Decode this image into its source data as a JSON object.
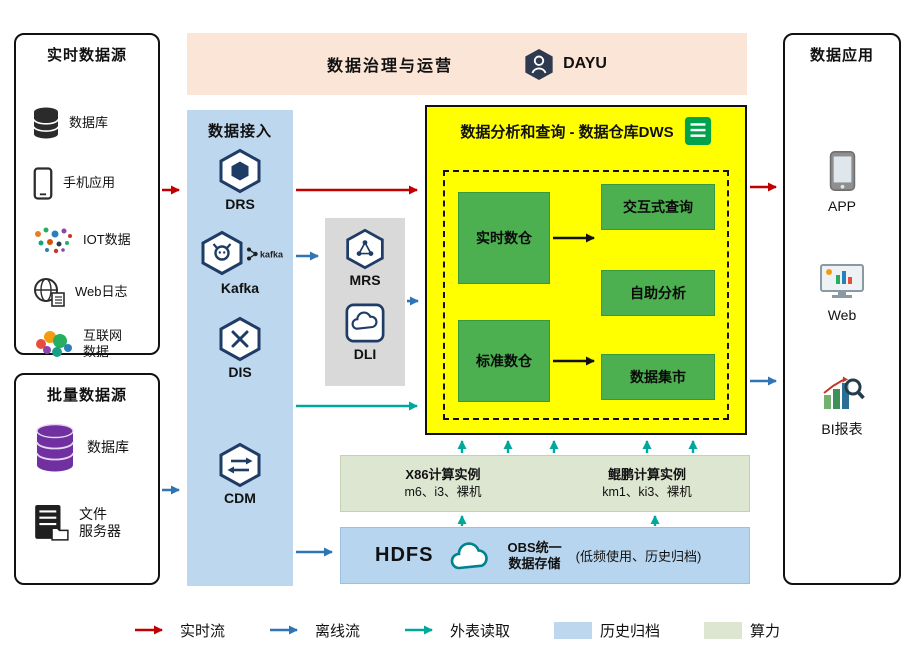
{
  "colors": {
    "realtime_flow": "#c00000",
    "offline_flow": "#2e75b6",
    "external_read": "#00a89c",
    "archive_fill": "#bdd7ee",
    "compute_fill": "#dce6d0",
    "warehouse_fill": "#ffff00",
    "warehouse_green": "#4caf50"
  },
  "governance": {
    "title": "数据治理与运营",
    "product": "DAYU"
  },
  "realtime_sources": {
    "title": "实时数据源",
    "items": [
      {
        "label": "数据库",
        "icon": "database-icon"
      },
      {
        "label": "手机应用",
        "icon": "mobile-phone-icon"
      },
      {
        "label": "IOT数据",
        "icon": "iot-icon"
      },
      {
        "label": "Web日志",
        "icon": "web-log-icon"
      },
      {
        "line1": "互联网",
        "line2": "数据",
        "icon": "internet-data-icon"
      }
    ]
  },
  "batch_sources": {
    "title": "批量数据源",
    "db_label": "数据库",
    "file_line1": "文件",
    "file_line2": "服务器"
  },
  "ingestion": {
    "title": "数据接入",
    "services": [
      {
        "name": "DRS"
      },
      {
        "name": "Kafka",
        "badge": "kafka"
      },
      {
        "name": "DIS"
      },
      {
        "name": "CDM"
      }
    ]
  },
  "processing": {
    "mrs": "MRS",
    "dli": "DLI"
  },
  "warehouse": {
    "title": "数据分析和查询 - 数据仓库DWS",
    "left_boxes": [
      "实时数仓",
      "标准数仓"
    ],
    "right_boxes": [
      "交互式查询",
      "自助分析",
      "数据集市"
    ]
  },
  "compute": {
    "x86_title": "X86计算实例",
    "x86_models": "m6、i3、裸机",
    "kunpeng_title": "鲲鹏计算实例",
    "kunpeng_models": "km1、ki3、裸机"
  },
  "storage": {
    "hdfs": "HDFS",
    "obs_line1": "OBS统一",
    "obs_line2": "数据存储",
    "note": "(低频使用、历史归档)"
  },
  "applications": {
    "title": "数据应用",
    "items": [
      "APP",
      "Web",
      "BI报表"
    ]
  },
  "legend": {
    "realtime": "实时流",
    "offline": "离线流",
    "external": "外表读取",
    "archive": "历史归档",
    "compute": "算力"
  }
}
